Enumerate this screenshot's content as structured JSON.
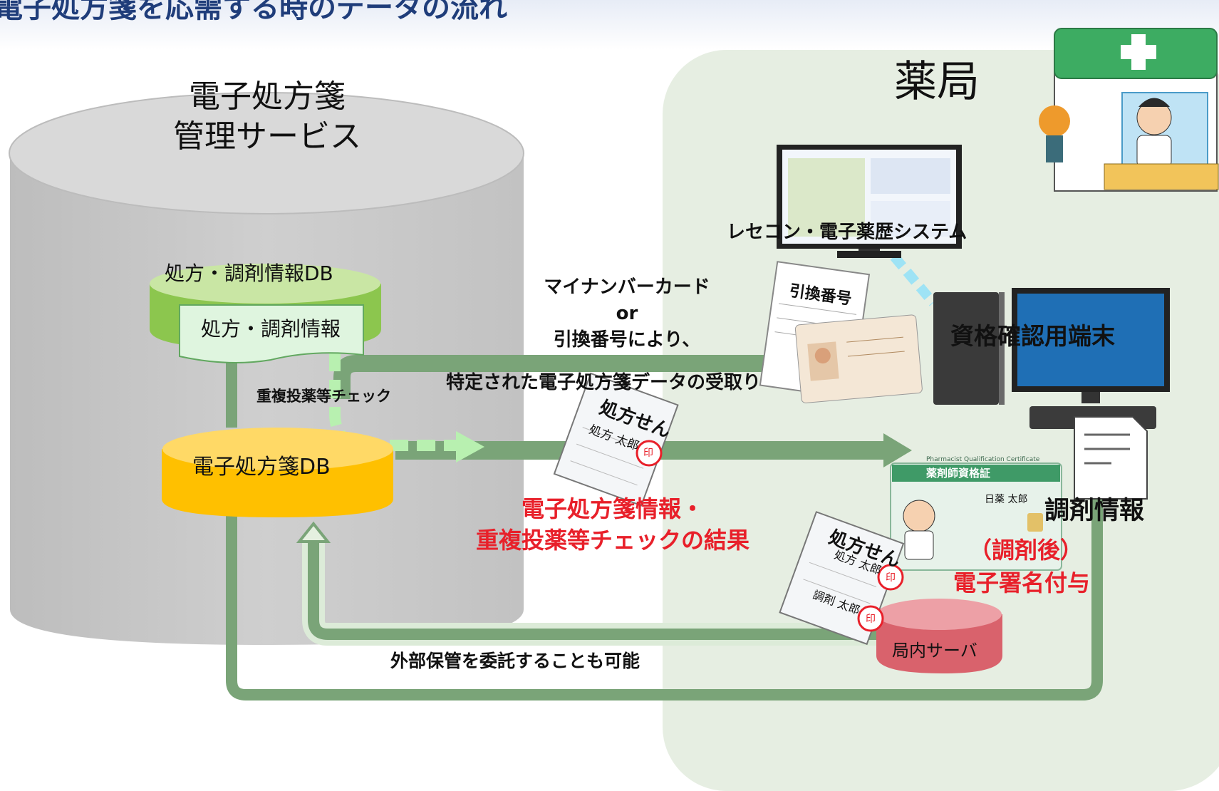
{
  "header": {
    "title": "電子処方箋を応需する時のデータの流れ"
  },
  "service": {
    "title_line1": "電子処方箋",
    "title_line2": "管理サービス",
    "prescription_db_label": "処方・調剤情報DB",
    "prescription_info_label": "処方・調剤情報",
    "eprescription_db_label": "電子処方箋DB",
    "duplicate_check_label": "重複投薬等チェック"
  },
  "pharmacy": {
    "title": "薬局",
    "rececon_label": "レセコン・電子薬歴システム",
    "qualification_terminal_label": "資格確認用端末",
    "dispensing_info_label": "調剤情報",
    "after_dispensing_label": "（調剤後）",
    "esign_label": "電子署名付与",
    "internal_server_label": "局内サーバ"
  },
  "flow": {
    "card_line1": "マイナンバーカード",
    "card_line2": "or",
    "card_line3": "引換番号により、",
    "receive_label": "特定された電子処方箋データの受取り",
    "result_line1": "電子処方箋情報・",
    "result_line2": "重複投薬等チェックの結果",
    "external_storage_label": "外部保管を委託することも可能"
  },
  "documents": {
    "prescription_title": "処方せん",
    "prescriber_line": "処方 太郎",
    "dispenser_line": "調剤 太郎",
    "seal": "印",
    "exchange_number_sheet_title": "引換番号",
    "license_title": "薬剤師資格証",
    "license_subtitle": "Pharmacist Qualification Certificate",
    "license_name": "日薬 太郎"
  },
  "colors": {
    "flow_green": "#7aa478",
    "dashed_green": "#b8f0b0",
    "db_green": "#8cc64e",
    "db_yellow": "#ffc000",
    "server_red": "#d9626c",
    "red_text": "#e8202a"
  }
}
